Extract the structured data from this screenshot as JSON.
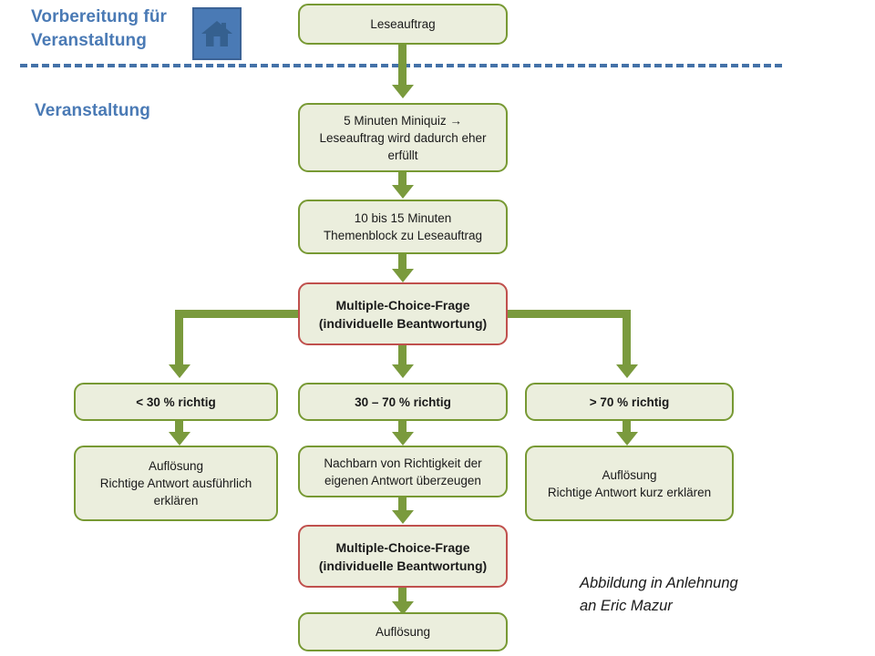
{
  "sections": {
    "preparation": "Vorbereitung für\nVeranstaltung",
    "event": "Veranstaltung"
  },
  "icons": {
    "house": "house-icon"
  },
  "nodes": {
    "reading_task": "Leseauftrag",
    "miniquiz": "5 Minuten Miniquiz →\nLeseauftrag wird dadurch eher\nerfüllt",
    "topic_block": "10 bis 15 Minuten\nThemenblock zu Leseauftrag",
    "mc_question_1": "Multiple-Choice-Frage\n(individuelle Beantwortung)",
    "branch_low": "< 30 % richtig",
    "branch_mid": "30 – 70 % richtig",
    "branch_high": "> 70 % richtig",
    "outcome_low": "Auflösung\nRichtige Antwort ausführlich\nerklären",
    "outcome_mid": "Nachbarn von Richtigkeit der\neigenen Antwort überzeugen",
    "outcome_high": "Auflösung\nRichtige Antwort kurz erklären",
    "mc_question_2": "Multiple-Choice-Frage\n(individuelle Beantwortung)",
    "resolution_final": "Auflösung"
  },
  "attribution": "Abbildung in Anlehnung\nan Eric Mazur",
  "colors": {
    "box_fill": "#ebeedd",
    "box_border": "#779933",
    "accent_border": "#c0504d",
    "connector": "#7a9a3d",
    "heading_blue": "#4a7ab5",
    "divider_blue": "#4472a8",
    "icon_blue": "#4a7ab5"
  }
}
